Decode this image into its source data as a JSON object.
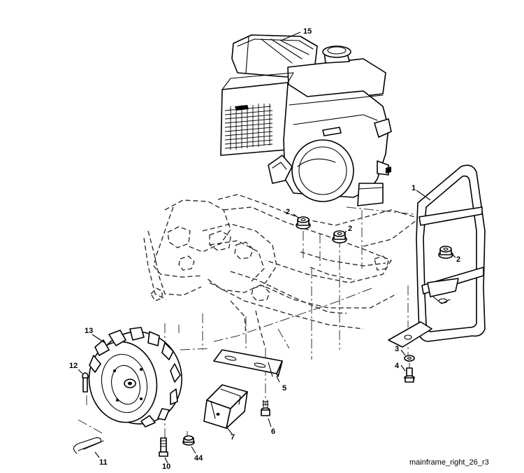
{
  "caption": "mainframe_right_26_r3",
  "callouts": {
    "engine": "15",
    "handle_frame": "1",
    "nut_left": "2",
    "nut_center": "2",
    "nut_right": "2",
    "washer": "3",
    "bolt_frame": "4",
    "plate": "5",
    "bolt_plate": "6",
    "weight": "7",
    "bolt_weight": "10",
    "hitch_pin": "11",
    "clevis_pin": "12",
    "wheel": "13",
    "nut_weight": "44"
  }
}
